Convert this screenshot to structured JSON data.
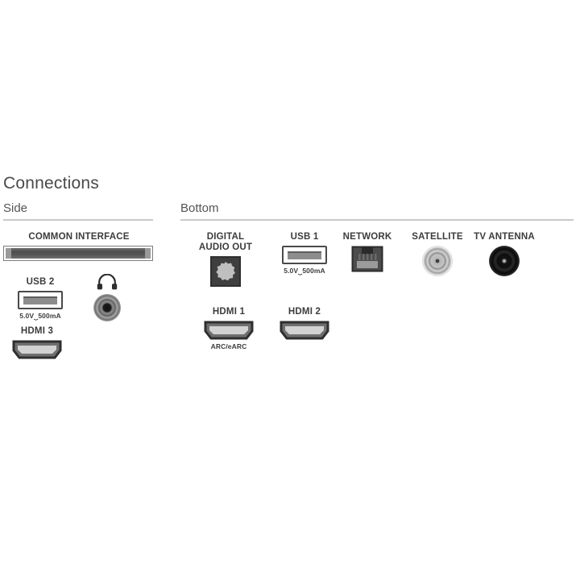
{
  "page": {
    "title": "Connections",
    "background_color": "#ffffff",
    "text_color": "#3a3a3a"
  },
  "sections": {
    "side": {
      "heading": "Side"
    },
    "bottom": {
      "heading": "Bottom"
    }
  },
  "ports": {
    "common_interface": {
      "label": "COMMON INTERFACE",
      "icon": "ci-slot-icon"
    },
    "usb2": {
      "label": "USB 2",
      "spec": "5.0V⏟500mA",
      "icon": "usb-port-icon"
    },
    "headphone": {
      "label": "",
      "icon": "headphone-icon"
    },
    "hdmi3": {
      "label": "HDMI 3",
      "icon": "hdmi-port-icon"
    },
    "digital_audio_out": {
      "label": "DIGITAL\nAUDIO OUT",
      "icon": "optical-port-icon"
    },
    "usb1": {
      "label": "USB 1",
      "spec": "5.0V⏟500mA",
      "icon": "usb-port-icon"
    },
    "network": {
      "label": "NETWORK",
      "icon": "rj45-port-icon"
    },
    "satellite": {
      "label": "SATELLITE",
      "icon": "coax-f-connector-icon"
    },
    "tv_antenna": {
      "label": "TV ANTENNA",
      "icon": "coax-iec-connector-icon"
    },
    "hdmi1": {
      "label": "HDMI 1",
      "spec": "ARC/eARC",
      "icon": "hdmi-port-icon"
    },
    "hdmi2": {
      "label": "HDMI 2",
      "icon": "hdmi-port-icon"
    }
  }
}
